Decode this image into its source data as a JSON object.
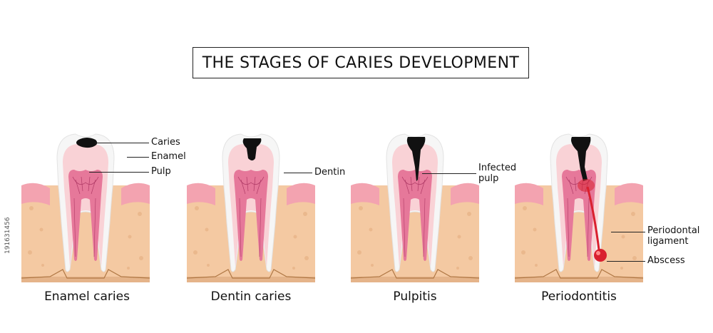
{
  "title": "THE STAGES OF CARIES DEVELOPMENT",
  "stages": [
    {
      "caption": "Enamel caries"
    },
    {
      "caption": "Dentin caries"
    },
    {
      "caption": "Pulpitis"
    },
    {
      "caption": "Periodontitis"
    }
  ],
  "labels": {
    "caries": "Caries",
    "enamel": "Enamel",
    "pulp": "Pulp",
    "dentin": "Dentin",
    "infected_pulp_line1": "Infected",
    "infected_pulp_line2": "pulp",
    "periodontal_line1": "Periodontal",
    "periodontal_line2": "ligament",
    "abscess": "Abscess"
  },
  "side_id": "191631456",
  "colors": {
    "gum": "#f3a3b0",
    "bone": "#f4c9a2",
    "enamel": "#f6f6f6",
    "dentin": "#f9d2d6",
    "pulp": "#e6789a",
    "caries": "#111111",
    "abscess": "#d9202f"
  }
}
